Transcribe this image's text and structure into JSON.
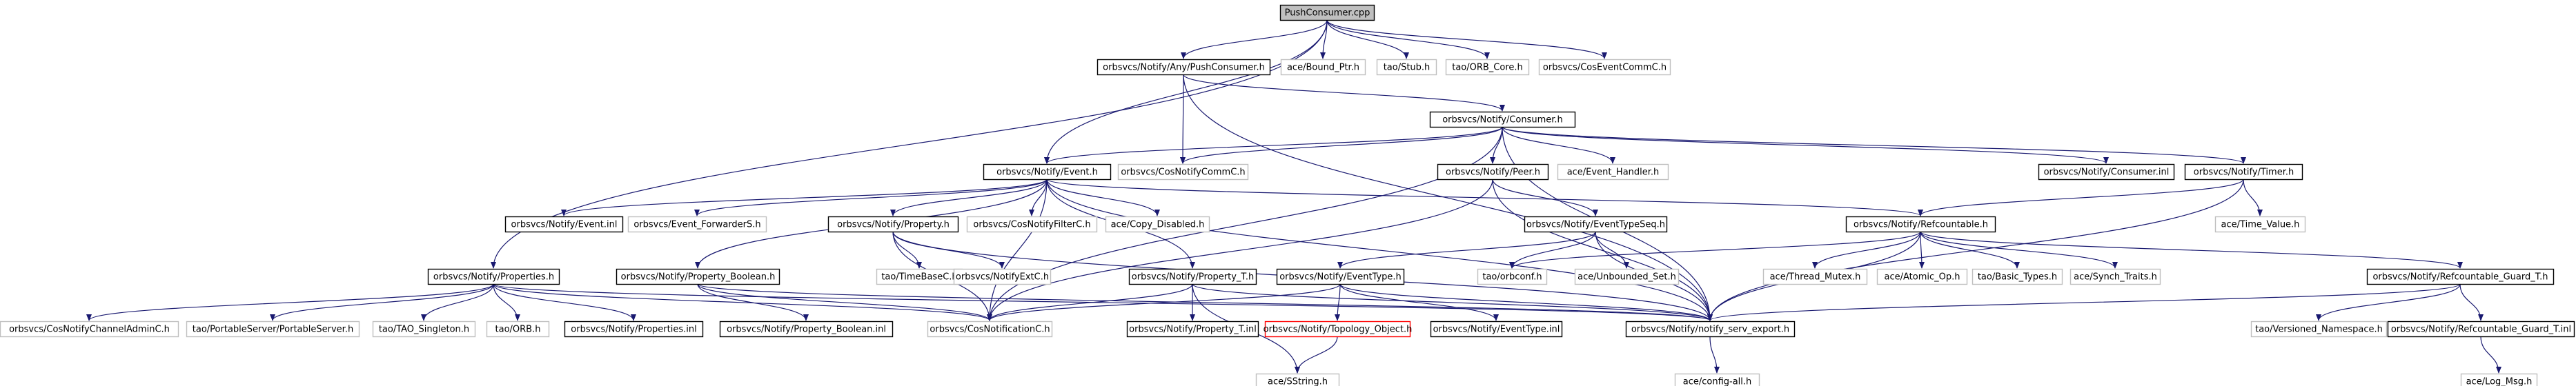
{
  "colors": {
    "root_fill": "#bfbfbf",
    "documented_border": "#000000",
    "undocumented_border": "#bfbfbf",
    "highlight_border": "#ff0000",
    "edge": "#191970",
    "text": "#000000"
  },
  "nodes": {
    "push_consumer_cpp": "PushConsumer.cpp",
    "any_push_consumer_h": "orbsvcs/Notify/Any/PushConsumer.h",
    "bound_ptr_h": "ace/Bound_Ptr.h",
    "stub_h": "tao/Stub.h",
    "orb_core_h": "tao/ORB_Core.h",
    "cos_event_comm_c_h": "orbsvcs/CosEventCommC.h",
    "consumer_h": "orbsvcs/Notify/Consumer.h",
    "event_h": "orbsvcs/Notify/Event.h",
    "cos_notify_comm_c_h": "orbsvcs/CosNotifyCommC.h",
    "peer_h": "orbsvcs/Notify/Peer.h",
    "event_handler_h": "ace/Event_Handler.h",
    "consumer_inl": "orbsvcs/Notify/Consumer.inl",
    "timer_h": "orbsvcs/Notify/Timer.h",
    "event_inl": "orbsvcs/Notify/Event.inl",
    "event_forwarder_s_h": "orbsvcs/Event_ForwarderS.h",
    "property_h": "orbsvcs/Notify/Property.h",
    "cos_notify_filter_c_h": "orbsvcs/CosNotifyFilterC.h",
    "copy_disabled_h": "ace/Copy_Disabled.h",
    "event_type_seq_h": "orbsvcs/Notify/EventTypeSeq.h",
    "refcountable_h": "orbsvcs/Notify/Refcountable.h",
    "time_value_h": "ace/Time_Value.h",
    "properties_h": "orbsvcs/Notify/Properties.h",
    "property_boolean_h": "orbsvcs/Notify/Property_Boolean.h",
    "time_base_c_h": "tao/TimeBaseC.h",
    "notify_ext_c_h": "orbsvcs/NotifyExtC.h",
    "property_t_h": "orbsvcs/Notify/Property_T.h",
    "event_type_h": "orbsvcs/Notify/EventType.h",
    "orbconf_h": "tao/orbconf.h",
    "unbounded_set_h": "ace/Unbounded_Set.h",
    "thread_mutex_h": "ace/Thread_Mutex.h",
    "atomic_op_h": "ace/Atomic_Op.h",
    "basic_types_h": "tao/Basic_Types.h",
    "synch_traits_h": "ace/Synch_Traits.h",
    "refcountable_guard_t_h": "orbsvcs/Notify/Refcountable_Guard_T.h",
    "cos_notify_channel_admin_c_h": "orbsvcs/CosNotifyChannelAdminC.h",
    "portable_server_h": "tao/PortableServer/PortableServer.h",
    "tao_singleton_h": "tao/TAO_Singleton.h",
    "orb_h": "tao/ORB.h",
    "properties_inl": "orbsvcs/Notify/Properties.inl",
    "property_boolean_inl": "orbsvcs/Notify/Property_Boolean.inl",
    "cos_notification_c_h": "orbsvcs/CosNotificationC.h",
    "property_t_inl": "orbsvcs/Notify/Property_T.inl",
    "topology_object_h": "orbsvcs/Notify/Topology_Object.h",
    "event_type_inl": "orbsvcs/Notify/EventType.inl",
    "notify_serv_export_h": "orbsvcs/Notify/notify_serv_export.h",
    "versioned_namespace_h": "tao/Versioned_Namespace.h",
    "refcountable_guard_t_inl": "orbsvcs/Notify/Refcountable_Guard_T.inl",
    "sstring_h": "ace/SString.h",
    "config_all_h": "ace/config-all.h",
    "log_msg_h": "ace/Log_Msg.h"
  }
}
